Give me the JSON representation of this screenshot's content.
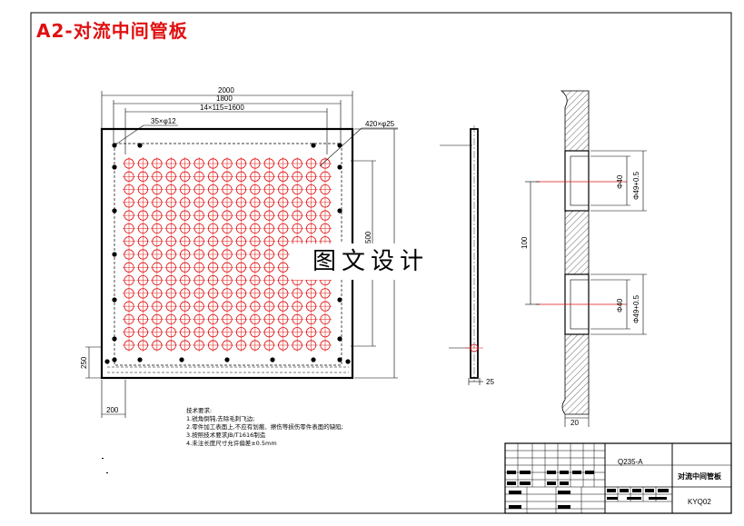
{
  "title": "A2-对流中间管板",
  "dimensions": {
    "total_width": "2000",
    "inner_width": "1800",
    "hole_spacing": "14×115=1600",
    "small_holes": "35×φ12",
    "tube_holes": "420×φ25",
    "height_500": "500",
    "dim_250": "250",
    "dim_200": "200",
    "thickness_25": "25",
    "dim_100": "100",
    "dim_20": "20",
    "phi40_a": "Φ40",
    "phi40_b": "Φ40",
    "phi49_a": "Φ49+0.5",
    "phi49_b": "Φ49+0.5"
  },
  "watermark": "图文设计",
  "notes": {
    "heading": "技术要求:",
    "items": [
      "1.锐角倒钝,去除毛刺飞边;",
      "2.零件加工表面上,不应有划痕、擦伤等损伤零件表面的缺陷;",
      "3.按照技术要求JB/T1616制造",
      "4.未注长度尺寸允许偏差±0.5mm"
    ]
  },
  "title_block": {
    "material": "Q235-A",
    "part_name": "对流中间管板",
    "drawing_no": "KYQ02"
  }
}
